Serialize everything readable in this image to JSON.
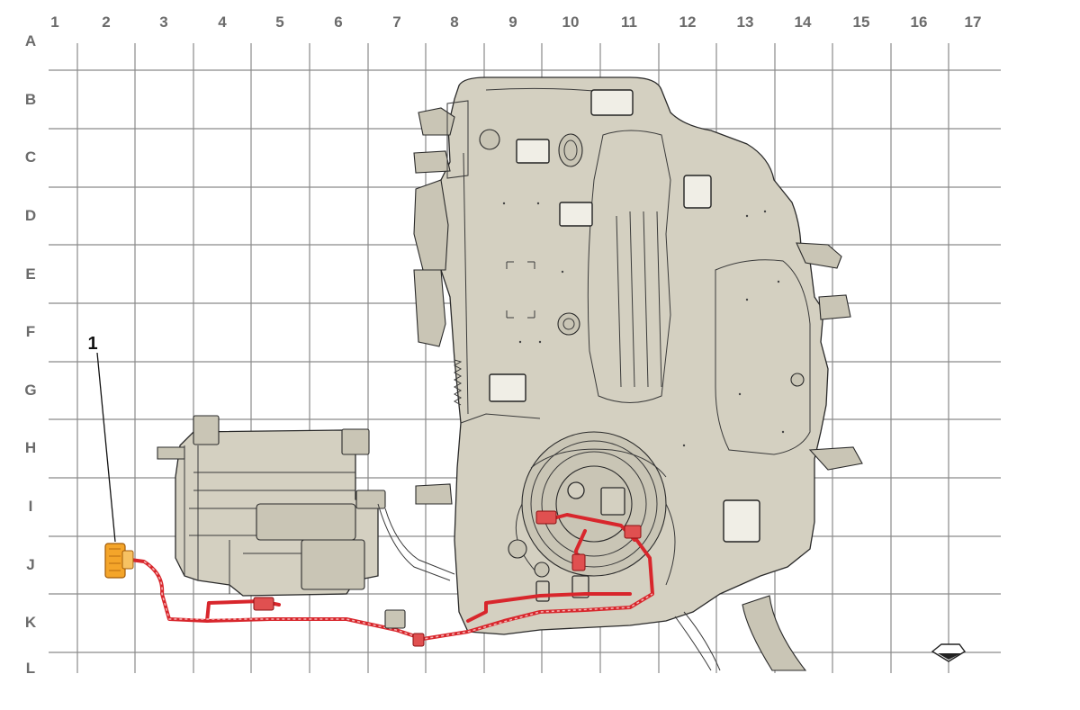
{
  "grid": {
    "columns": [
      "1",
      "2",
      "3",
      "4",
      "5",
      "6",
      "7",
      "8",
      "9",
      "10",
      "11",
      "12",
      "13",
      "14",
      "15",
      "16",
      "17"
    ],
    "rows": [
      "A",
      "B",
      "C",
      "D",
      "E",
      "F",
      "G",
      "H",
      "I",
      "J",
      "K",
      "L"
    ]
  },
  "callouts": [
    {
      "label": "1",
      "part": "connector"
    }
  ],
  "colors": {
    "grid": "#8a8a8a",
    "component_fill": "#d4d0c1",
    "harness": "#d8262c",
    "highlight": "#f4a52a"
  }
}
